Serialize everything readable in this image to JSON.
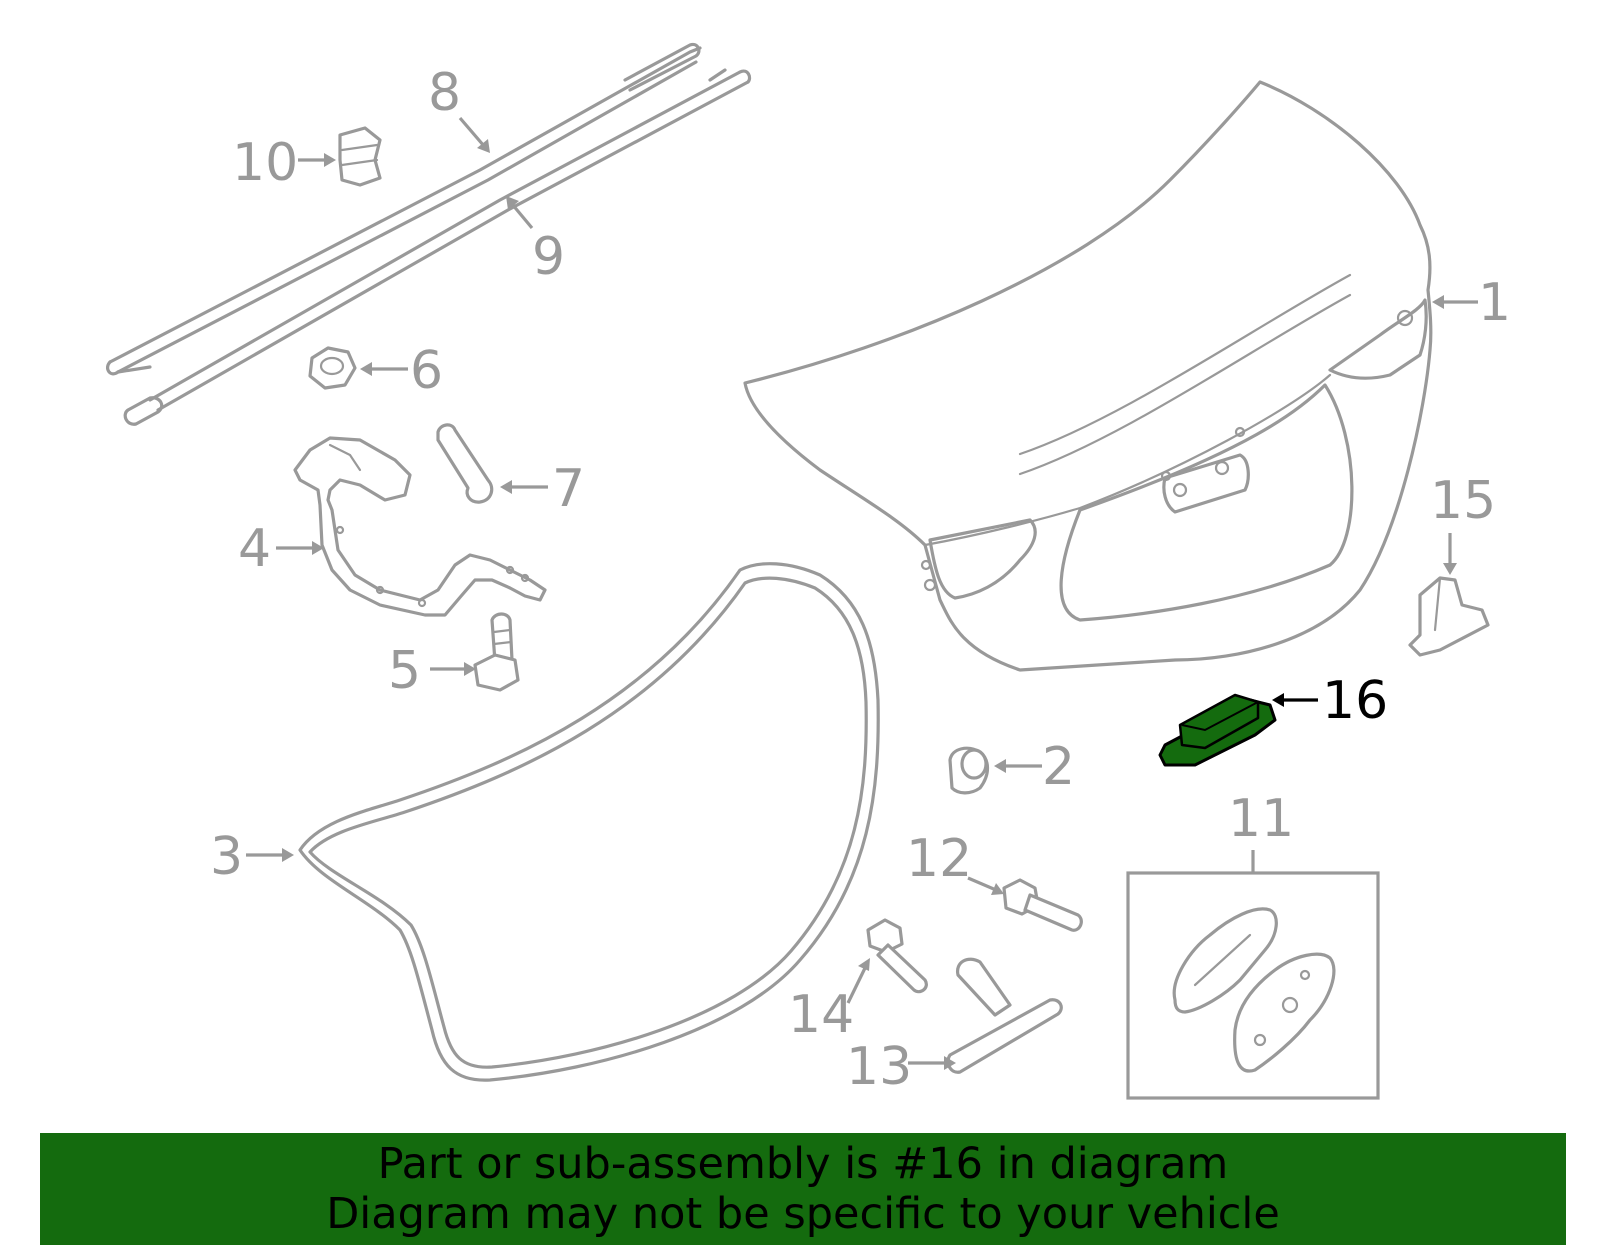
{
  "callouts": {
    "c1": "1",
    "c2": "2",
    "c3": "3",
    "c4": "4",
    "c5": "5",
    "c6": "6",
    "c7": "7",
    "c8": "8",
    "c9": "9",
    "c10": "10",
    "c11": "11",
    "c12": "12",
    "c13": "13",
    "c14": "14",
    "c15": "15",
    "c16": "16"
  },
  "highlight": {
    "part": "16",
    "color": "#146b0e"
  },
  "banner": {
    "line1": "Part or sub-assembly is #16 in diagram",
    "line2": "Diagram may not be specific to your vehicle",
    "background": "#146b0e"
  }
}
